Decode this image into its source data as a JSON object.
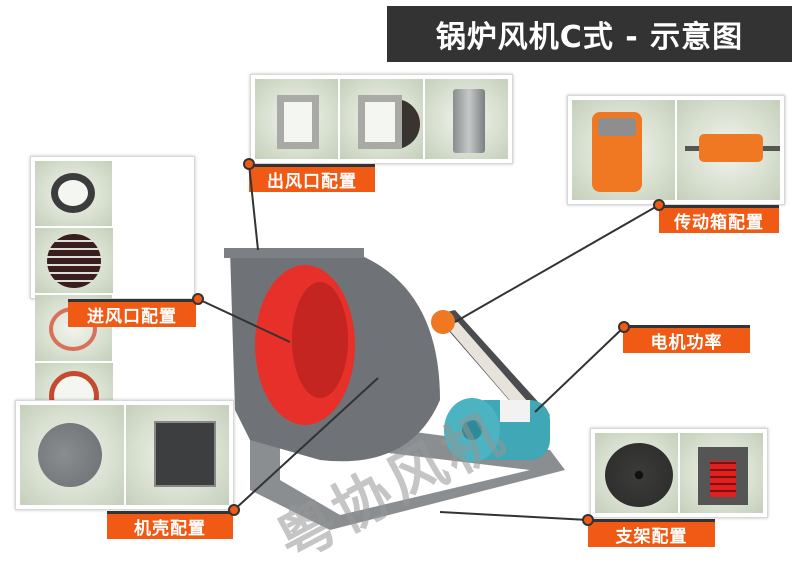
{
  "title": "锅炉风机C式 - 示意图",
  "callouts": [
    {
      "id": "outlet",
      "label": "出风口配置",
      "items": [
        "rectangular-flange",
        "flange-with-damper",
        "cylindrical-duct"
      ]
    },
    {
      "id": "transmission",
      "label": "传动箱配置",
      "items": [
        "bearing-box-assembly",
        "shaft-bearing-housing"
      ]
    },
    {
      "id": "inlet",
      "label": "进风口配置",
      "items": [
        "inlet-ring-flange",
        "inlet-grill-mesh",
        "red-inlet-ring",
        "inlet-damper-valve"
      ]
    },
    {
      "id": "motor",
      "label": "电机功率"
    },
    {
      "id": "housing",
      "label": "机壳配置",
      "items": [
        "housing-cutaway",
        "access-door-panel"
      ]
    },
    {
      "id": "frame",
      "label": "支架配置",
      "items": [
        "rubber-damper-pad",
        "spring-vibration-isolator"
      ]
    }
  ],
  "watermark": "粤协风机",
  "colors": {
    "accent": "#f05a14",
    "title_bg": "#333333",
    "line": "#333333",
    "fan_housing": "#6f7378",
    "inlet_red": "#e8302a",
    "motor_teal": "#3fa7b5"
  }
}
